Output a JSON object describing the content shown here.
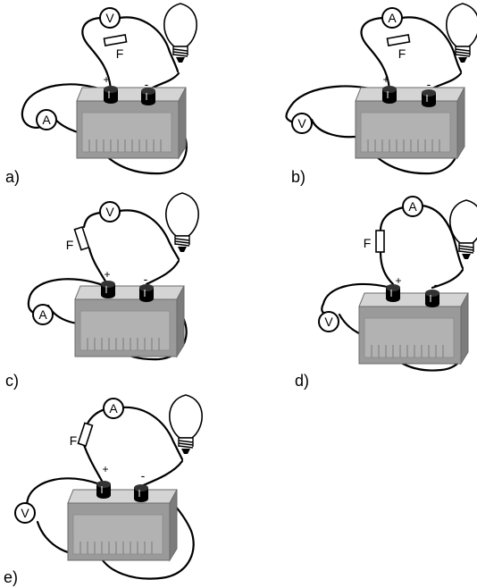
{
  "panels": [
    {
      "label": "a)",
      "meters": {
        "top": "V",
        "side": "A"
      },
      "resistor": "F",
      "terminals": {
        "pos": "+",
        "neg": "-"
      }
    },
    {
      "label": "b)",
      "meters": {
        "top": "A",
        "side": "V"
      },
      "resistor": "F",
      "terminals": {
        "pos": "+",
        "neg": "-"
      }
    },
    {
      "label": "c)",
      "meters": {
        "top": "V",
        "side": "A"
      },
      "resistor": "F",
      "terminals": {
        "pos": "+",
        "neg": "-"
      }
    },
    {
      "label": "d)",
      "meters": {
        "top": "A",
        "side": "V"
      },
      "resistor": "F",
      "terminals": {
        "pos": "+",
        "neg": "-"
      }
    },
    {
      "label": "e)",
      "meters": {
        "top": "A",
        "side": "V"
      },
      "resistor": "F",
      "terminals": {
        "pos": "+",
        "neg": "-"
      }
    }
  ],
  "colors": {
    "battery_front": "#9a9a9a",
    "battery_top": "#d4d4d4",
    "battery_side": "#7c7c7c",
    "terminal": "#000000",
    "wire": "#000000",
    "bulb_fill": "#ffffff"
  }
}
